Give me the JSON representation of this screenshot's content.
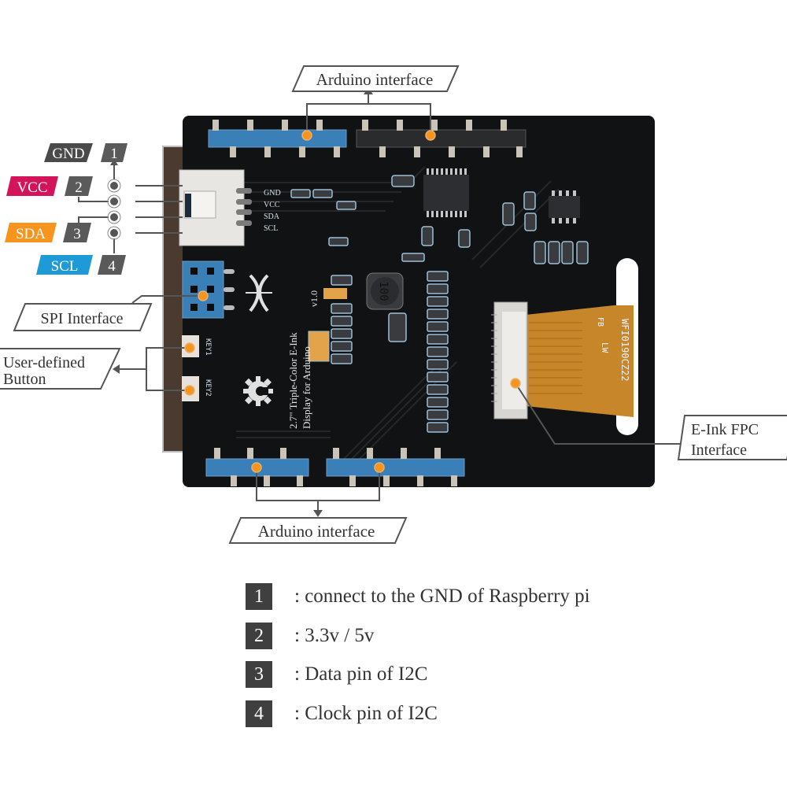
{
  "title": "2.7\" Triple-Color E-Ink Display for Arduino — interface diagram",
  "colors": {
    "board": "#111214",
    "header_blue": "#3a7fb8",
    "header_black": "#2a2b2d",
    "marker_orange": "#f7941d",
    "pin_gray": "#555555",
    "vcc": "#d4145a",
    "sda": "#f7941d",
    "scl": "#1e9ad6",
    "gnd": "#4a4a4a",
    "fpc": "#c8862a"
  },
  "callouts": {
    "arduino_top": "Arduino interface",
    "arduino_bottom": "Arduino interface",
    "spi": "SPI Interface",
    "button_line1": "User-defined",
    "button_line2": "Button",
    "fpc_line1": "E-Ink FPC",
    "fpc_line2": "Interface"
  },
  "pins": [
    {
      "name": "GND",
      "number": "1",
      "color": "#4a4a4a"
    },
    {
      "name": "VCC",
      "number": "2",
      "color": "#d4145a"
    },
    {
      "name": "SDA",
      "number": "3",
      "color": "#f7941d"
    },
    {
      "name": "SCL",
      "number": "4",
      "color": "#1e9ad6"
    }
  ],
  "silkscreen": {
    "connector_labels": [
      "GND",
      "VCC",
      "SDA",
      "SCL"
    ],
    "title_line1": "2.7\" Triple-Color E-Ink",
    "title_line2": "Display for Arduino",
    "version": "v1.0",
    "key1": "KEY1",
    "key2": "KEY2",
    "inductor": "100",
    "fpc_code": "WFI0190CZ22",
    "fpc_sub": "LW",
    "fpc_fb": "FB"
  },
  "legend": [
    {
      "number": "1",
      "text": ": connect to the GND of Raspberry pi"
    },
    {
      "number": "2",
      "text": ": 3.3v / 5v"
    },
    {
      "number": "3",
      "text": ": Data pin of I2C"
    },
    {
      "number": "4",
      "text": ": Clock pin of I2C"
    }
  ]
}
